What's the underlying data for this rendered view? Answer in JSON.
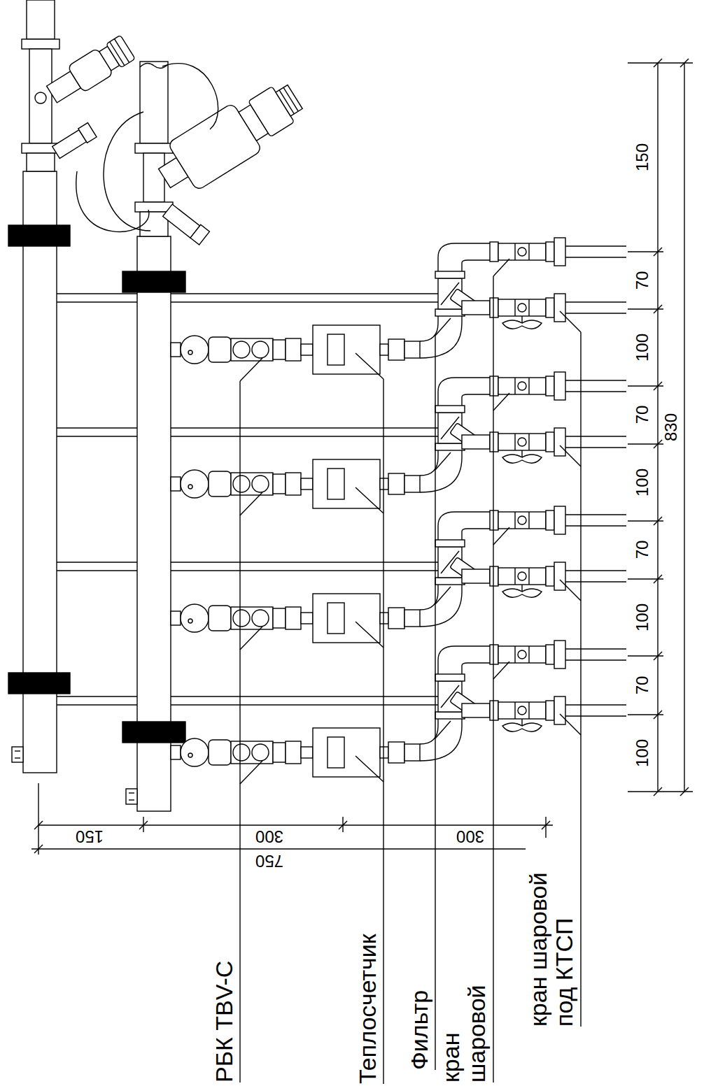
{
  "diagram": {
    "labels": [
      "150",
      "300",
      "750",
      "300",
      "РБК TBV-C",
      "Теплосчетчик",
      "Фильтр",
      "кран шаровой",
      "кран шаровой под КТСП",
      "150",
      "70",
      "100",
      "70",
      "100",
      "70",
      "100",
      "70",
      "100",
      "830"
    ]
  }
}
